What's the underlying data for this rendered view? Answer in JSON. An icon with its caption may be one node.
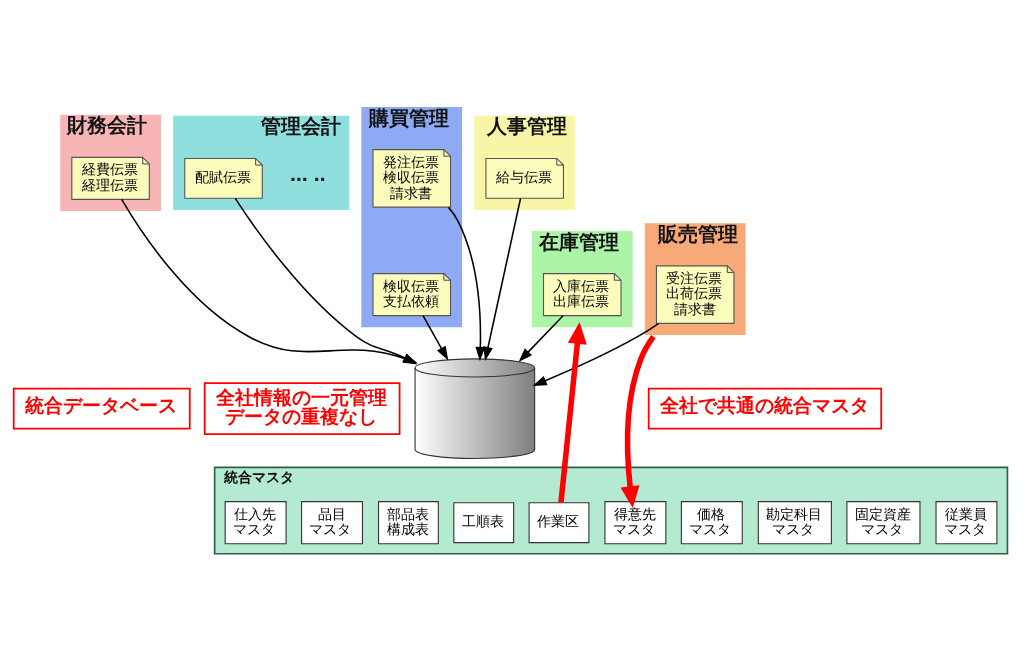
{
  "diagram": {
    "nodes": [
      {
        "text": [
          "財務会計"
        ]
      },
      {
        "text": [
          "経費伝票",
          "経理伝票"
        ],
        "in": 0
      },
      {
        "text": [
          "管理会計"
        ]
      },
      {
        "text": [
          "配賦伝票"
        ],
        "in": 2
      },
      {
        "text": [
          "購買管理"
        ]
      },
      {
        "text": [
          "発注伝票",
          "検収伝票",
          "請求書"
        ],
        "in": 4
      },
      {
        "text": [
          "検収伝票",
          "支払依頼"
        ],
        "in": 4
      },
      {
        "text": [],
        "shape": "cylinder"
      },
      {
        "text": [
          "統合データベース"
        ]
      },
      {
        "text": [
          "全社情報の一元管理",
          "データの重複なし"
        ]
      },
      {
        "text": [
          "人事管理"
        ]
      },
      {
        "text": [
          "給与伝票"
        ],
        "in": 10
      },
      {
        "text": [
          "在庫管理"
        ]
      },
      {
        "text": [
          "入庫伝票",
          "出庫伝票"
        ],
        "in": 12
      },
      {
        "text": [
          "販売管理"
        ]
      },
      {
        "text": [
          "受注伝票",
          "出荷伝票",
          "請求書"
        ],
        "in": 14
      },
      {
        "text": [
          "全社で共通の統合マスタ"
        ]
      },
      {
        "text": [
          "統合マスタ"
        ]
      },
      {
        "text": [
          "仕入先マスタ"
        ],
        "in": 17
      },
      {
        "text": [
          "品目マスタ"
        ],
        "in": 17
      },
      {
        "text": [
          "部品表",
          "構成表"
        ],
        "in": 17
      },
      {
        "text": [
          "工順表"
        ],
        "in": 17
      },
      {
        "text": [
          "作業区"
        ],
        "in": 17
      },
      {
        "text": [
          "得意先マスタ"
        ],
        "in": 17
      },
      {
        "text": [
          "価格マスタ"
        ],
        "in": 17
      },
      {
        "text": [
          "勘定科目マスタ"
        ],
        "in": 17
      },
      {
        "text": [
          "固定資産マスタ"
        ],
        "in": 17
      },
      {
        "text": [
          "従業員マスタ"
        ],
        "in": 17
      }
    ],
    "edges": [
      {
        "from": 1,
        "to": 7,
        "arrow": "to"
      },
      {
        "from": 3,
        "to": 7,
        "arrow": "to"
      },
      {
        "from": 5,
        "to": 7,
        "arrow": "to"
      },
      {
        "from": 6,
        "to": 7,
        "arrow": "to"
      },
      {
        "from": 11,
        "to": 7,
        "arrow": "to"
      },
      {
        "from": 13,
        "to": 7,
        "arrow": "to"
      },
      {
        "from": 15,
        "to": 7,
        "arrow": "to"
      },
      {
        "from": 22,
        "to": 12,
        "arrow": "to",
        "style": "thick",
        "color": "#ff0000"
      },
      {
        "from": 14,
        "to": 23,
        "arrow": "to",
        "style": "thick",
        "color": "#ff0000"
      }
    ],
    "labels": [
      "… ‥"
    ]
  }
}
